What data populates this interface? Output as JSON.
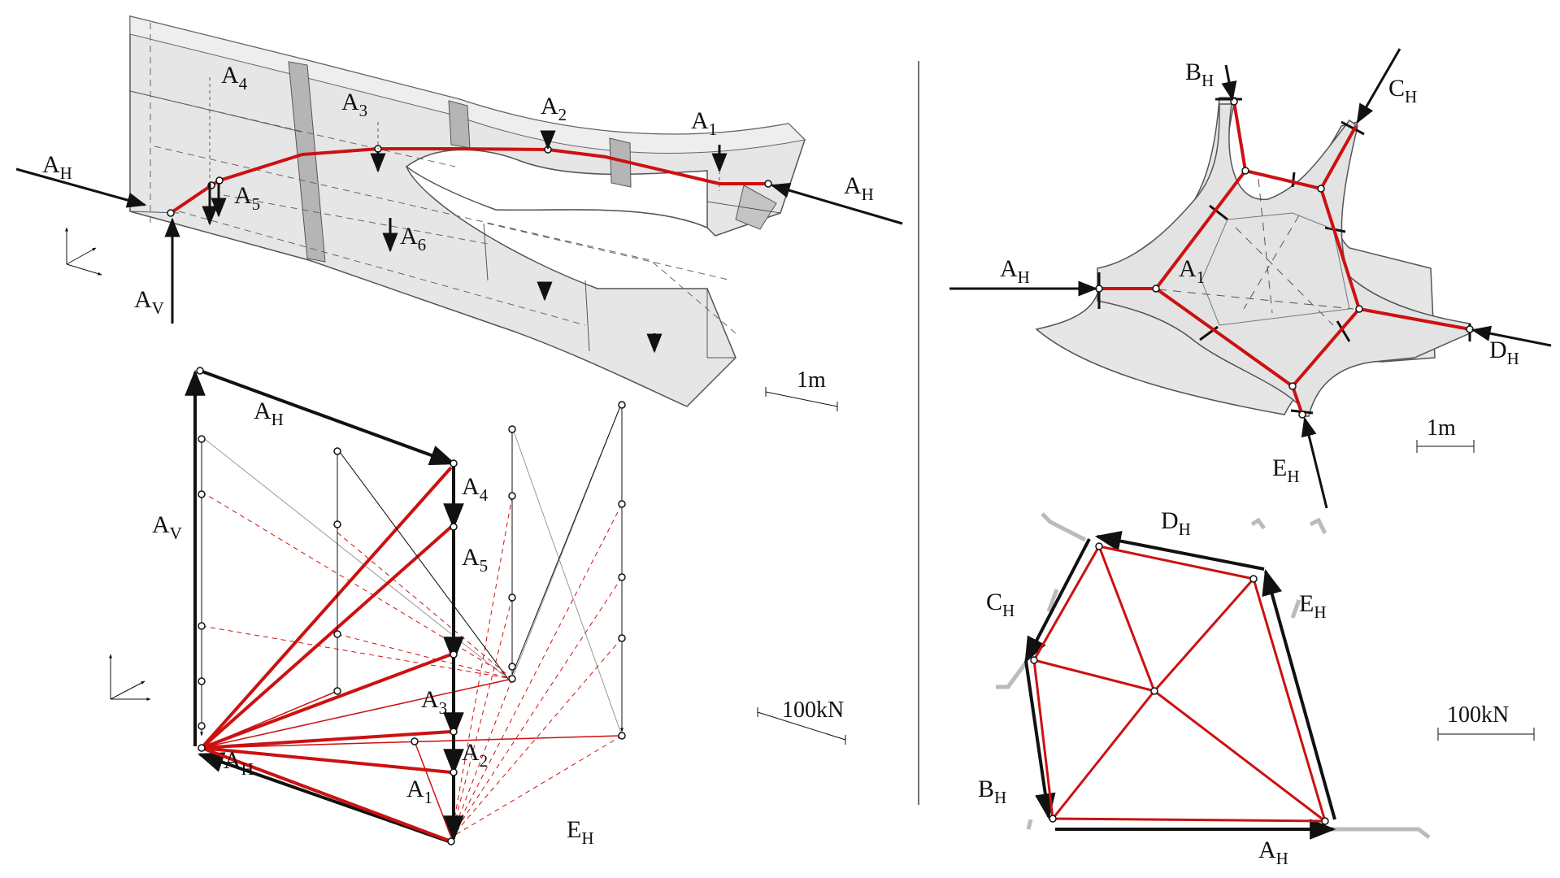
{
  "colors": {
    "background": "#ffffff",
    "block_fill": "#e6e6e6",
    "block_dark": "#b5b5b5",
    "thrust_line": "#cc1111",
    "force_arrow": "#111111",
    "outline": "#555555"
  },
  "labels": {
    "a1": {
      "main": "A",
      "sub": "1"
    },
    "a2": {
      "main": "A",
      "sub": "2"
    },
    "a3": {
      "main": "A",
      "sub": "3"
    },
    "a4": {
      "main": "A",
      "sub": "4"
    },
    "a5": {
      "main": "A",
      "sub": "5"
    },
    "a6": {
      "main": "A",
      "sub": "6"
    },
    "ah": {
      "main": "A",
      "sub": "H"
    },
    "av": {
      "main": "A",
      "sub": "V"
    },
    "bh": {
      "main": "B",
      "sub": "H"
    },
    "ch": {
      "main": "C",
      "sub": "H"
    },
    "dh": {
      "main": "D",
      "sub": "H"
    },
    "eh": {
      "main": "E",
      "sub": "H"
    }
  },
  "scales": {
    "length": "1m",
    "force": "100kN"
  }
}
